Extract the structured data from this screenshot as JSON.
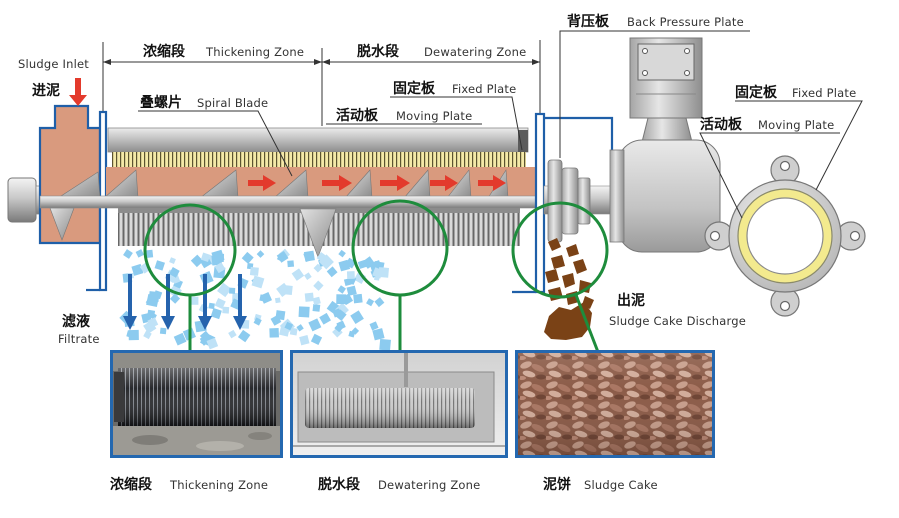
{
  "diagram": {
    "sludge_inlet": {
      "en": "Sludge Inlet",
      "cn": "进泥"
    },
    "thickening_zone": {
      "cn": "浓缩段",
      "en": "Thickening Zone"
    },
    "dewatering_zone": {
      "cn": "脱水段",
      "en": "Dewatering Zone"
    },
    "back_pressure_plate": {
      "cn": "背压板",
      "en": "Back Pressure Plate"
    },
    "fixed_plate": {
      "cn": "固定板",
      "en": "Fixed Plate"
    },
    "spiral_blade": {
      "cn": "叠螺片",
      "en": "Spiral Blade"
    },
    "moving_plate": {
      "cn": "活动板",
      "en": "Moving Plate"
    },
    "filtrate": {
      "cn": "滤液",
      "en": "Filtrate"
    },
    "discharge": {
      "cn": "出泥",
      "en": "Sludge Cake Discharge"
    }
  },
  "ring_detail": {
    "fixed_plate": {
      "cn": "固定板",
      "en": "Fixed Plate"
    },
    "moving_plate": {
      "cn": "活动板",
      "en": "Moving Plate"
    }
  },
  "photos": [
    {
      "cn": "浓缩段",
      "en": "Thickening Zone"
    },
    {
      "cn": "脱水段",
      "en": "Dewatering Zone"
    },
    {
      "cn": "泥饼",
      "en": "Sludge Cake"
    }
  ],
  "colors": {
    "sludge": "#d99a7e",
    "frame_blue": "#1f5fa8",
    "flow_arrow_red": "#e33a2c",
    "zone_circle_green": "#1e8c3c",
    "filtrate_blue": "#8ccbef",
    "filtrate_arrow_blue": "#2563ad",
    "cake_brown": "#7a4216",
    "ring_yellow": "#f3ea8e"
  }
}
